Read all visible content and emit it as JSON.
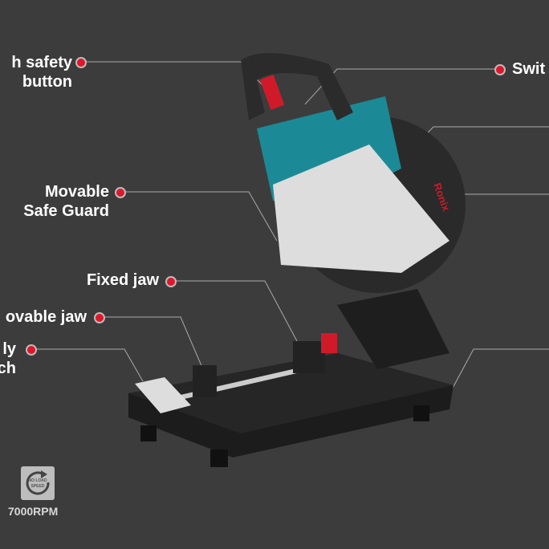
{
  "labels": {
    "safety_button_1": "h safety",
    "safety_button_2": "button",
    "switch": "Swit",
    "guard_1": "Movable",
    "guard_2": "Safe Guard",
    "fixed_jaw": "Fixed jaw",
    "movable_jaw": "ovable jaw",
    "quick_1": "ly",
    "quick_2": "ch"
  },
  "brand": "Ronix",
  "badge": {
    "line1": "NO LOAD",
    "line2": "SPEED",
    "rpm": "7000RPM"
  },
  "colors": {
    "background": "#3c3c3c",
    "accent": "#e0162b",
    "teal": "#1b8a96"
  }
}
